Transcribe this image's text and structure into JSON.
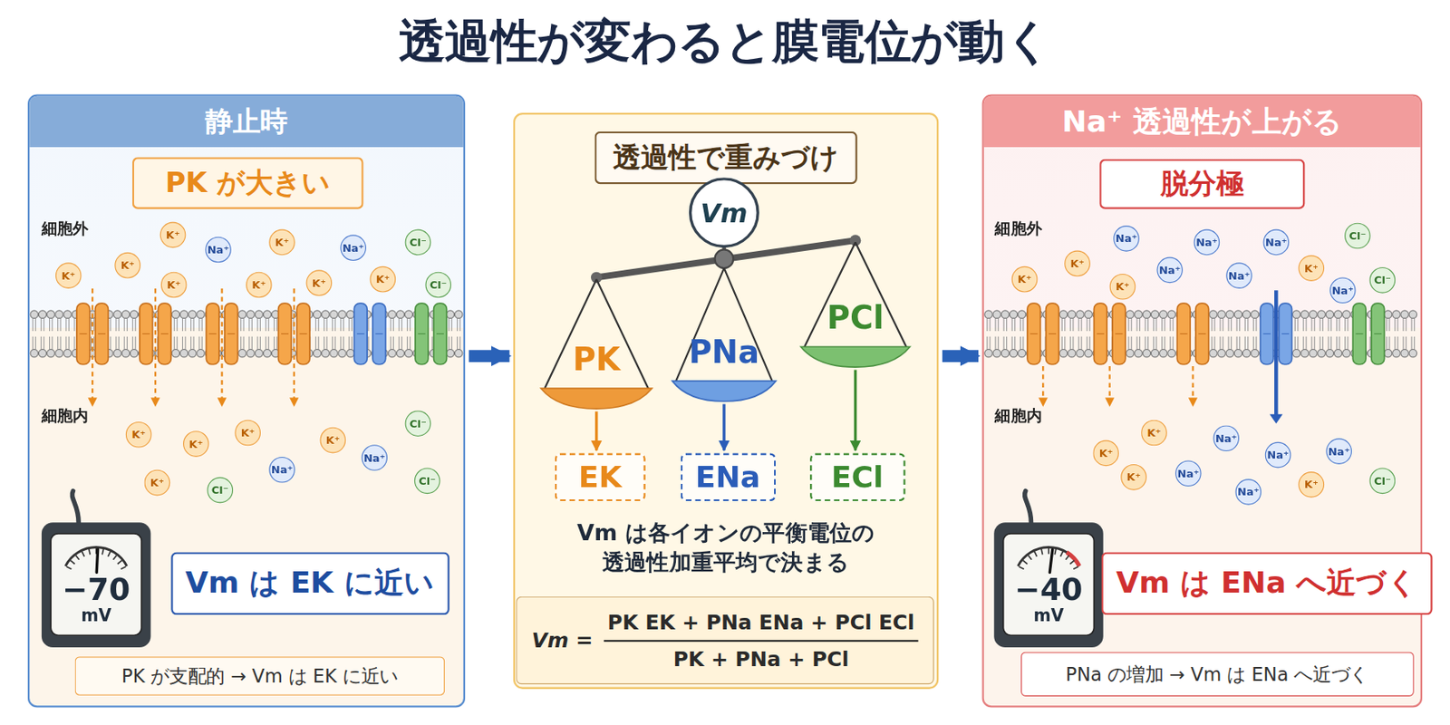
{
  "diagram": {
    "title": "透過性が変わると膜電位が動く",
    "nodes": [
      {
        "text": [
          "静止時"
        ]
      },
      {
        "text": [
          "PK が大きい"
        ],
        "in": 0
      },
      {
        "text": [
          "K⁺"
        ],
        "in": 0
      },
      {
        "text": [
          "K⁺"
        ],
        "in": 0
      },
      {
        "text": [
          "K⁺"
        ],
        "in": 0
      },
      {
        "text": [
          "K⁺"
        ],
        "in": 0
      },
      {
        "text": [
          "Na⁺"
        ],
        "in": 0
      },
      {
        "text": [
          "K⁺"
        ],
        "in": 0
      },
      {
        "text": [
          "K⁺"
        ],
        "in": 0
      },
      {
        "text": [
          "K⁺"
        ],
        "in": 0
      },
      {
        "text": [
          "Na⁺"
        ],
        "in": 0
      },
      {
        "text": [
          "K⁺"
        ],
        "in": 0
      },
      {
        "text": [
          "Cl⁻"
        ],
        "in": 0
      },
      {
        "text": [
          "Cl⁻"
        ],
        "in": 0
      },
      {
        "text": [
          "K⁺"
        ],
        "in": 0
      },
      {
        "text": [
          "K⁺"
        ],
        "in": 0
      },
      {
        "text": [
          "K⁺"
        ],
        "in": 0
      },
      {
        "text": [
          "K⁺"
        ],
        "in": 0
      },
      {
        "text": [
          "Cl⁻"
        ],
        "in": 0
      },
      {
        "text": [
          "Na⁺"
        ],
        "in": 0
      },
      {
        "text": [
          "K⁺"
        ],
        "in": 0
      },
      {
        "text": [
          "Na⁺"
        ],
        "in": 0
      },
      {
        "text": [
          "Cl⁻"
        ],
        "in": 0
      },
      {
        "text": [
          "Cl⁻"
        ],
        "in": 0
      },
      {
        "text": [
          "−70",
          "mV"
        ],
        "in": 0
      },
      {
        "text": [
          "Vm は EK に近い"
        ],
        "in": 0
      },
      {
        "text": [
          "PK が支配的 → Vm は EK に近い"
        ],
        "in": 0
      },
      {
        "text": [
          "透過性で重みづけ"
        ]
      },
      {
        "text": [
          "Vm"
        ],
        "in": 27
      },
      {
        "text": [
          "PK"
        ],
        "in": 27
      },
      {
        "text": [
          "PNa"
        ],
        "in": 27
      },
      {
        "text": [
          "PCl"
        ],
        "in": 27
      },
      {
        "text": [
          "EK"
        ],
        "in": 27
      },
      {
        "text": [
          "ENa"
        ],
        "in": 27
      },
      {
        "text": [
          "ECl"
        ],
        "in": 27
      },
      {
        "text": [
          "Vm =",
          "PK EK + PNa ENa + PCl ECl",
          "PK + PNa + PCl"
        ],
        "in": 27
      },
      {
        "text": [
          "Na⁺ 透過性が上がる"
        ]
      },
      {
        "text": [
          "脱分極"
        ],
        "in": 36
      },
      {
        "text": [
          "Na⁺"
        ],
        "in": 36
      },
      {
        "text": [
          "Na⁺"
        ],
        "in": 36
      },
      {
        "text": [
          "Na⁺"
        ],
        "in": 36
      },
      {
        "text": [
          "Cl⁻"
        ],
        "in": 36
      },
      {
        "text": [
          "Na⁺"
        ],
        "in": 36
      },
      {
        "text": [
          "Na⁺"
        ],
        "in": 36
      },
      {
        "text": [
          "K⁺"
        ],
        "in": 36
      },
      {
        "text": [
          "Cl⁻"
        ],
        "in": 36
      },
      {
        "text": [
          "K⁺"
        ],
        "in": 36
      },
      {
        "text": [
          "K⁺"
        ],
        "in": 36
      },
      {
        "text": [
          "K⁺"
        ],
        "in": 36
      },
      {
        "text": [
          "Na⁺"
        ],
        "in": 36
      },
      {
        "text": [
          "K⁺"
        ],
        "in": 36
      },
      {
        "text": [
          "K⁺"
        ],
        "in": 36
      },
      {
        "text": [
          "K⁺"
        ],
        "in": 36
      },
      {
        "text": [
          "Na⁺"
        ],
        "in": 36
      },
      {
        "text": [
          "Na⁺"
        ],
        "in": 36
      },
      {
        "text": [
          "Na⁺"
        ],
        "in": 36
      },
      {
        "text": [
          "Na⁺"
        ],
        "in": 36
      },
      {
        "text": [
          "Na⁺"
        ],
        "in": 36
      },
      {
        "text": [
          "K⁺"
        ],
        "in": 36
      },
      {
        "text": [
          "Cl⁻"
        ],
        "in": 36
      },
      {
        "text": [
          "−40",
          "mV"
        ],
        "in": 36
      },
      {
        "text": [
          "Vm は ENa へ近づく"
        ],
        "in": 36
      },
      {
        "text": [
          "PNa の増加 → Vm は ENa へ近づく"
        ],
        "in": 36
      }
    ],
    "edges": [
      {
        "from": 0,
        "to": 27,
        "arrow": "to"
      },
      {
        "from": 27,
        "to": 36,
        "arrow": "to"
      },
      {
        "from": 29,
        "to": 32,
        "arrow": "to"
      },
      {
        "from": 30,
        "to": 33,
        "arrow": "to"
      },
      {
        "from": 31,
        "to": 34,
        "arrow": "to"
      }
    ],
    "labels": [
      "細胞外",
      "細胞内",
      "Vm は各イオンの平衡電位の 透過性加重平均で決まる",
      "細胞外",
      "細胞内"
    ]
  }
}
